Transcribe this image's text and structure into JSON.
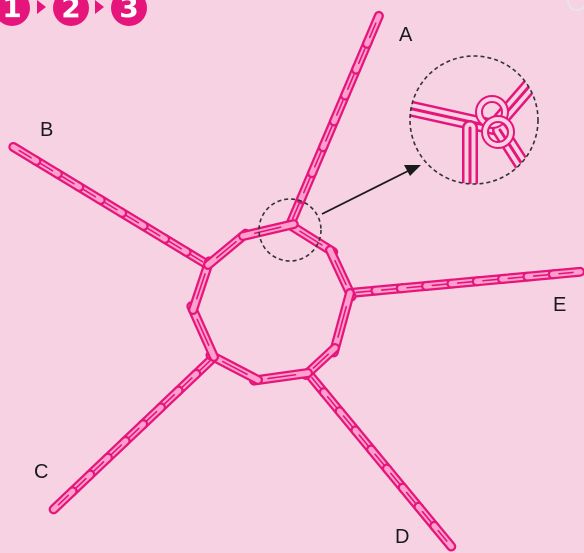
{
  "colors": {
    "background": "#f6d2e3",
    "chain": "#e5157c",
    "chain_inner": "#ff9fcb",
    "badge": "#e5157c",
    "pointer": "#1a1a1a",
    "dashed_circle": "#333333"
  },
  "steps": [
    {
      "label": "1"
    },
    {
      "label": "2"
    },
    {
      "label": "3"
    }
  ],
  "arms": {
    "A": {
      "label": "A"
    },
    "B": {
      "label": "B"
    },
    "C": {
      "label": "C"
    },
    "D": {
      "label": "D"
    },
    "E": {
      "label": "E"
    }
  },
  "icons": {
    "step_separator": "triangle-right-icon",
    "corner": "circle-outline-icon"
  }
}
